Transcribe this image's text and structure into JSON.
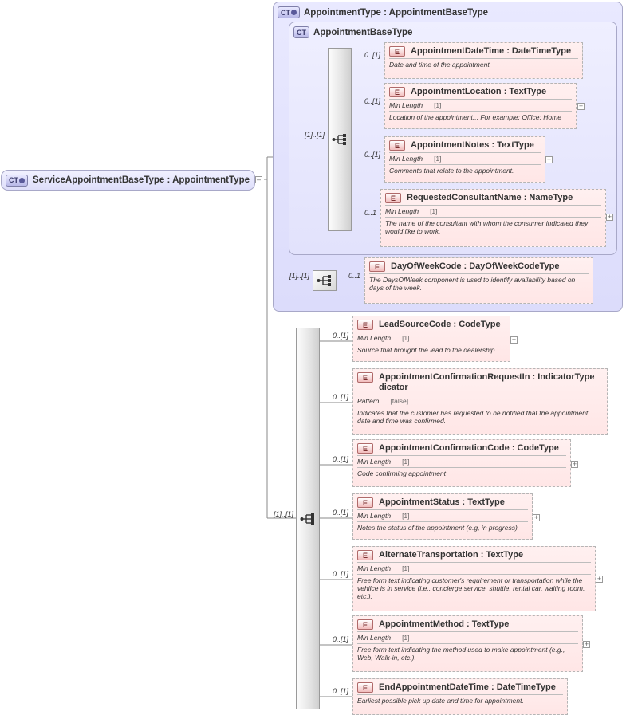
{
  "root": {
    "badge": "CT",
    "label": "ServiceAppointmentBaseType : AppointmentType",
    "expander": "–"
  },
  "outer_ct": {
    "badge": "CT",
    "label": "AppointmentType : AppointmentBaseType"
  },
  "inner_ct": {
    "badge": "CT",
    "label": "AppointmentBaseType"
  },
  "multiplicities": {
    "inner_sequence": "[1]..[1]",
    "outer_choice": "[1]..[1]",
    "main_sequence": "[1]..[1]"
  },
  "inner_elements": [
    {
      "badge": "E",
      "name": "AppointmentDateTime : DateTimeType",
      "multiplicity": "0..[1]",
      "facets": [],
      "doc": "Date and time of the appointment",
      "expander": ""
    },
    {
      "badge": "E",
      "name": "AppointmentLocation : TextType",
      "multiplicity": "0..[1]",
      "facets": [
        {
          "name": "Min Length",
          "value": "[1]"
        }
      ],
      "doc": "Location of the appointment... For example: Office; Home",
      "expander": "+"
    },
    {
      "badge": "E",
      "name": "AppointmentNotes : TextType",
      "multiplicity": "0..[1]",
      "facets": [
        {
          "name": "Min Length",
          "value": "[1]"
        }
      ],
      "doc": "Comments that relate to the appointment.",
      "expander": "+"
    },
    {
      "badge": "E",
      "name": "RequestedConsultantName : NameType",
      "multiplicity": "0..1",
      "facets": [
        {
          "name": "Min Length",
          "value": "[1]"
        }
      ],
      "doc": "The name of the consultant with whom the consumer indicated they would like to work.",
      "expander": "+"
    }
  ],
  "choice_element": {
    "badge": "E",
    "name": "DayOfWeekCode : DayOfWeekCodeType",
    "multiplicity": "0..1",
    "facets": [],
    "doc": "The DaysOfWeek component is used to identify availability based on days of the week.",
    "expander": ""
  },
  "main_elements": [
    {
      "badge": "E",
      "name": "LeadSourceCode : CodeType",
      "multiplicity": "0..[1]",
      "facets": [
        {
          "name": "Min Length",
          "value": "[1]"
        }
      ],
      "doc": "Source that brought the lead to the dealership.",
      "expander": "+"
    },
    {
      "badge": "E",
      "name": "AppointmentConfirmationRequestIn : IndicatorType dicator",
      "multiplicity": "0..[1]",
      "facets": [
        {
          "name": "Pattern",
          "value": "[false]"
        }
      ],
      "doc": "Indicates that the customer has requested to be notified that the appointment date and time was confirmed.",
      "expander": ""
    },
    {
      "badge": "E",
      "name": "AppointmentConfirmationCode : CodeType",
      "multiplicity": "0..[1]",
      "facets": [
        {
          "name": "Min Length",
          "value": "[1]"
        }
      ],
      "doc": "Code confirming appointment",
      "expander": "+"
    },
    {
      "badge": "E",
      "name": "AppointmentStatus : TextType",
      "multiplicity": "0..[1]",
      "facets": [
        {
          "name": "Min Length",
          "value": "[1]"
        }
      ],
      "doc": "Notes the status of the appointment (e.g, in progress).",
      "expander": "+"
    },
    {
      "badge": "E",
      "name": "AlternateTransportation : TextType",
      "multiplicity": "0..[1]",
      "facets": [
        {
          "name": "Min Length",
          "value": "[1]"
        }
      ],
      "doc": "Free form text indicating customer's requirement or transportation while the vehilce is in service (i.e., concierge service, shuttle, rental car, waiting room, etc.).",
      "expander": "+"
    },
    {
      "badge": "E",
      "name": "AppointmentMethod : TextType",
      "multiplicity": "0..[1]",
      "facets": [
        {
          "name": "Min Length",
          "value": "[1]"
        }
      ],
      "doc": "Free form text indicating the method used to make appointment (e.g., Web, Walk-in, etc.).",
      "expander": "+"
    },
    {
      "badge": "E",
      "name": "EndAppointmentDateTime : DateTimeType",
      "multiplicity": "0..[1]",
      "facets": [],
      "doc": "Earliest possible pick up date and time for appointment.",
      "expander": ""
    }
  ]
}
